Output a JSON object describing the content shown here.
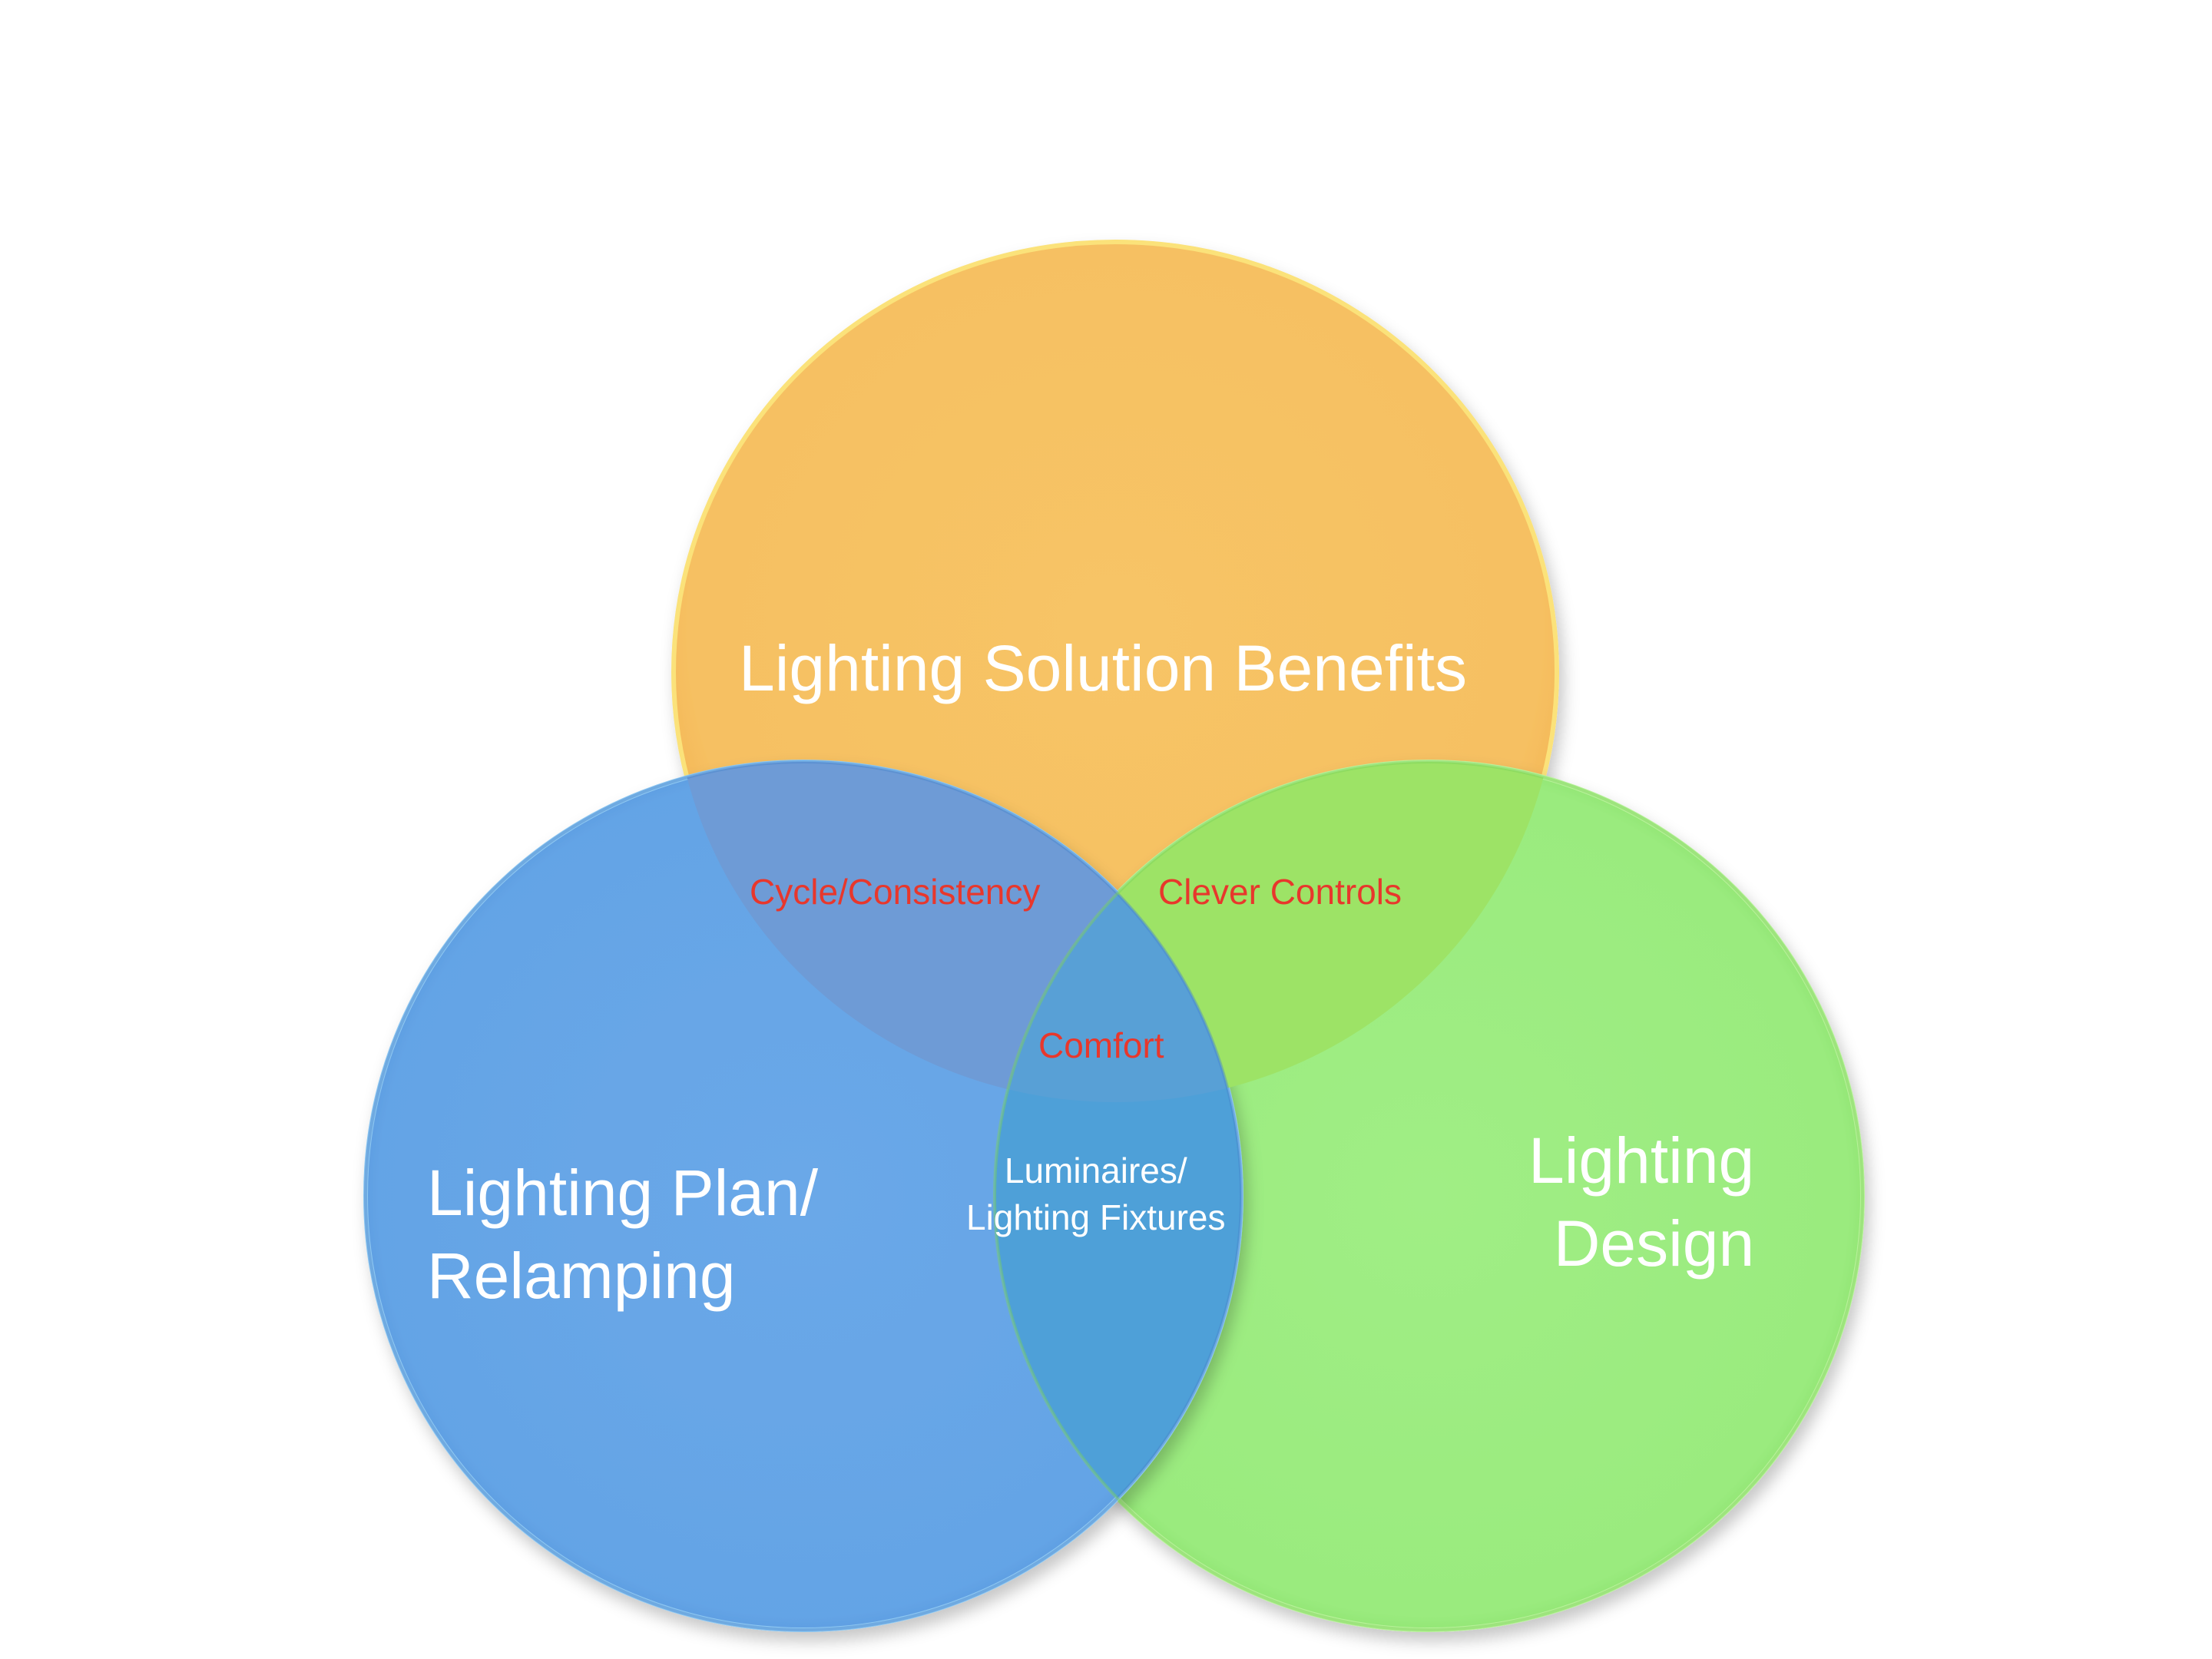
{
  "diagram": {
    "type": "venn",
    "sets": [
      {
        "id": "top",
        "name": "Lighting Solution Benefits",
        "color": "#f7c062"
      },
      {
        "id": "left",
        "lines": [
          "Lighting Plan/",
          "Relamping"
        ],
        "color": "#5d9de7"
      },
      {
        "id": "right",
        "lines": [
          "Lighting",
          "Design"
        ],
        "color": "#98e876"
      }
    ],
    "intersections": {
      "top_left": "Cycle/Consistency",
      "top_right": "Clever Controls",
      "all_comfort": "Comfort",
      "left_right": [
        "Luminaires/",
        "Lighting Fixtures"
      ]
    }
  }
}
